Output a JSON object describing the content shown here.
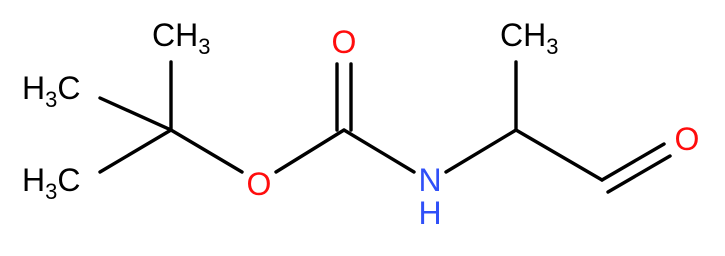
{
  "molecule": {
    "atoms": {
      "top_methyl": {
        "symbol": "CH",
        "subscript": "3"
      },
      "left_methyl_1": {
        "symbol": "H",
        "subscript": "3",
        "suffix": "C"
      },
      "left_methyl_2": {
        "symbol": "H",
        "subscript": "3",
        "suffix": "C"
      },
      "ester_oxygen": {
        "symbol": "O"
      },
      "carbonyl_oxygen": {
        "symbol": "O"
      },
      "amide_nitrogen": {
        "symbol": "N"
      },
      "amide_hydrogen": {
        "symbol": "H"
      },
      "side_methyl": {
        "symbol": "CH",
        "subscript": "3"
      },
      "aldehyde_oxygen": {
        "symbol": "O"
      }
    },
    "colors": {
      "carbon": "#000000",
      "oxygen": "#ff0d0d",
      "nitrogen": "#3050f8",
      "bond": "#000000"
    }
  }
}
